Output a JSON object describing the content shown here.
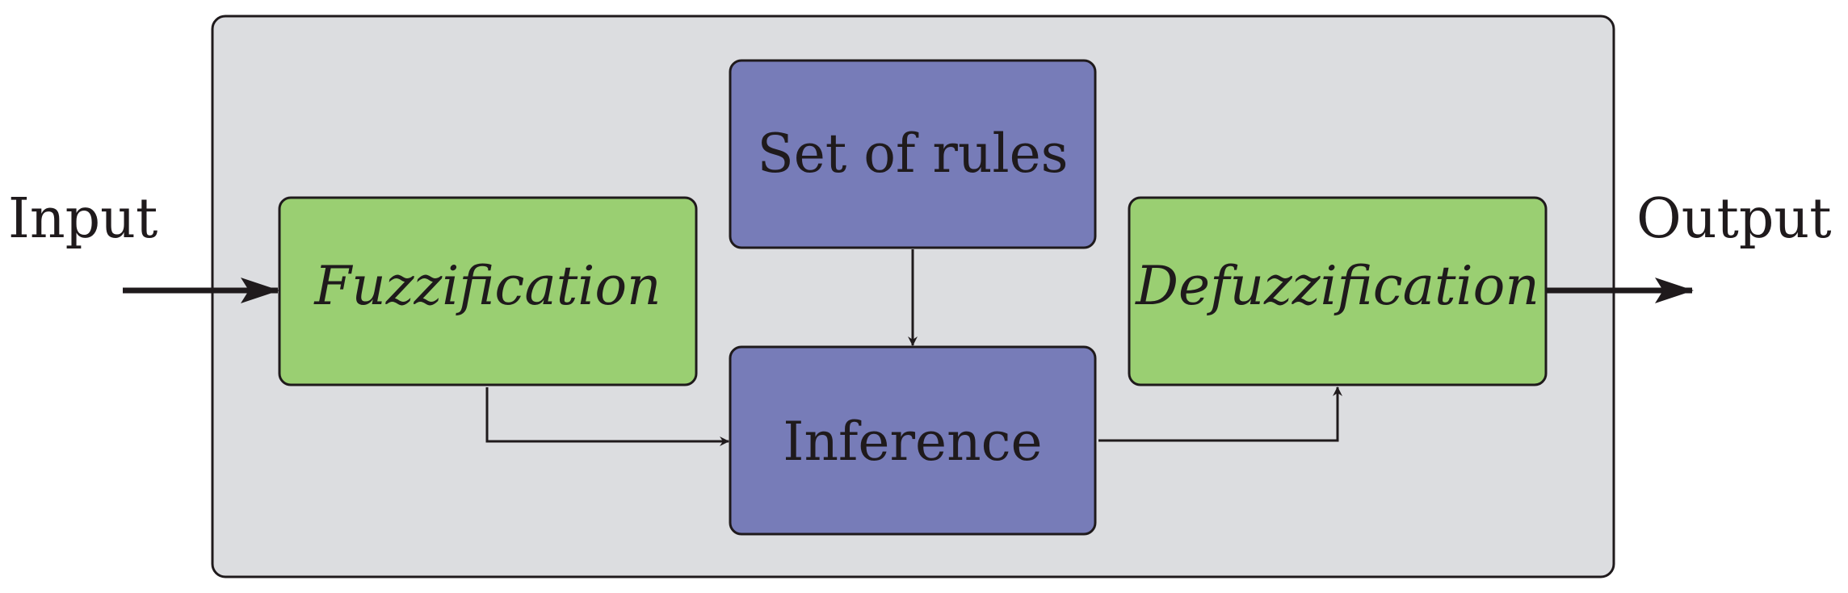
{
  "diagram": {
    "input_label": "Input",
    "output_label": "Output",
    "blocks": {
      "fuzzification": "Fuzzification",
      "rules": "Set of rules",
      "inference": "Inference",
      "defuzzification": "Defuzzification"
    },
    "colors": {
      "container": "#dcdde0",
      "green_block": "#9acf72",
      "blue_block": "#777cb8",
      "stroke": "#1f1a1c"
    }
  }
}
